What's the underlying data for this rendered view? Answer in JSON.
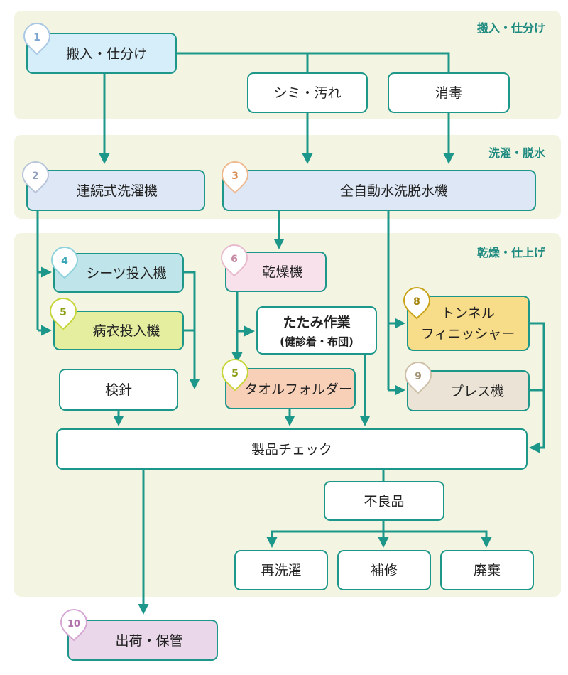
{
  "colors": {
    "zone_bg": "#f3f5e2",
    "line": "#1e978b",
    "zone_label": "#1f8a80",
    "text": "#222222"
  },
  "zones": {
    "intake": "搬入・仕分け",
    "washing": "洗濯・脱水",
    "drying": "乾燥・仕上げ"
  },
  "nodes": {
    "intake": "搬入・仕分け",
    "stain": "シミ・汚れ",
    "disinfect": "消毒",
    "continuous_washer": "連続式洗濯機",
    "auto_washer": "全自動水洗脱水機",
    "sheet_feeder": "シーツ投入機",
    "gown_feeder": "病衣投入機",
    "dryer": "乾燥機",
    "folding_line1": "たたみ作業",
    "folding_line2": "(健診着・布団)",
    "needle_check": "検針",
    "towel_folder": "タオルフォルダー",
    "tunnel_line1": "トンネル",
    "tunnel_line2": "フィニッシャー",
    "press": "プレス機",
    "product_check": "製品チェック",
    "defective": "不良品",
    "rewash": "再洗濯",
    "repair": "補修",
    "disposal": "廃棄",
    "shipping": "出荷・保管"
  },
  "badges": {
    "intake": "1",
    "continuous_washer": "2",
    "auto_washer": "3",
    "sheet_feeder": "4",
    "gown_feeder": "5",
    "dryer": "6",
    "towel_folder": "5",
    "tunnel": "8",
    "press": "9",
    "shipping": "10"
  }
}
